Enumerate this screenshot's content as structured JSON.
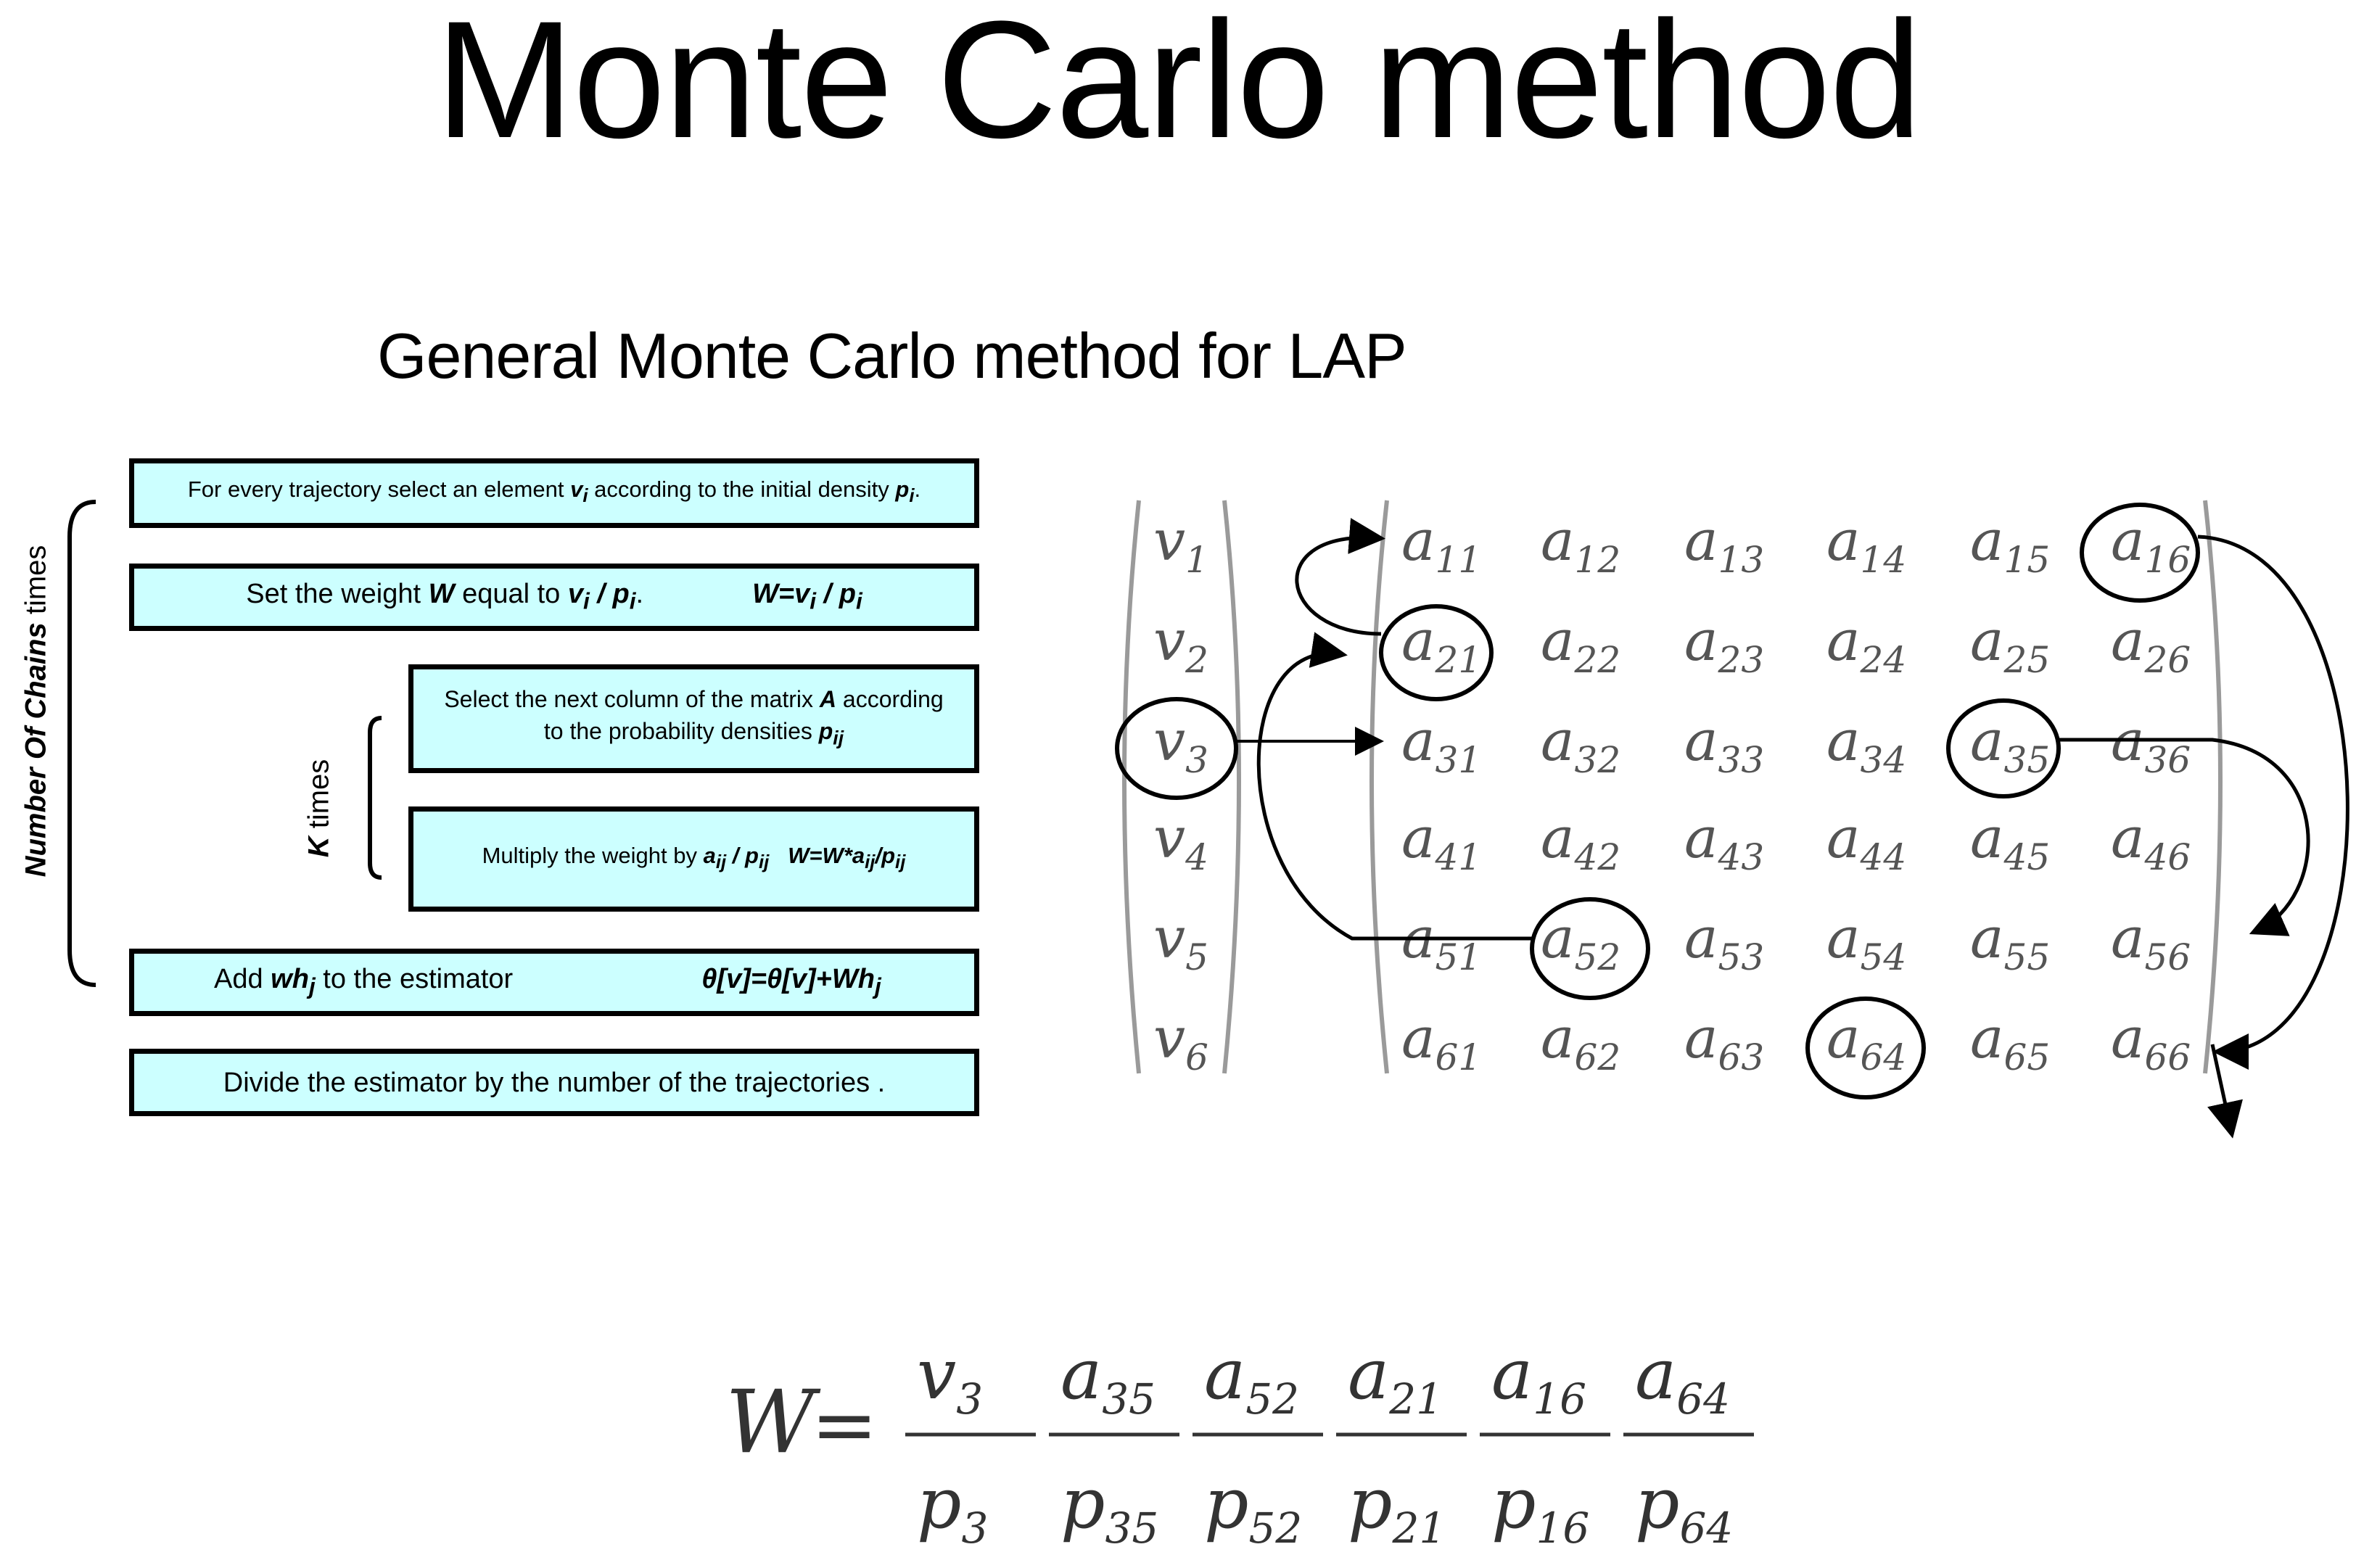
{
  "title": "Monte Carlo method",
  "subtitle": "General Monte Carlo method for LAP",
  "steps": {
    "step1": {
      "pre": "For every trajectory select an element ",
      "v": "v",
      "v_sub": "i",
      "mid": " according to the initial density ",
      "p": "p",
      "p_sub": "i",
      "end": "."
    },
    "step2": {
      "pre": "Set the weight ",
      "W": "W",
      "mid": " equal to ",
      "v": "v",
      "v_sub": "i",
      "slash": " / ",
      "p": "p",
      "p_sub": "i",
      "end": ".",
      "formula_W": "W=v",
      "formula_sub_i": "i",
      "formula_slash": " / p",
      "formula_sub_i2": "i"
    },
    "step3": {
      "line1_pre": "Select the next column of the matrix ",
      "A": "A",
      "line1_end": " according",
      "line2_pre": "to the probability densities ",
      "p": "p",
      "p_sub": "ij"
    },
    "step4": {
      "pre": "Multiply the weight by ",
      "a": "a",
      "a_sub": "ij",
      "slash": " / ",
      "p": "p",
      "p_sub": "ij",
      "formula": "W=W*a",
      "formula_sub": "ij",
      "formula_slash": "/p",
      "formula_sub2": "ij"
    },
    "step5": {
      "pre": "Add ",
      "wh": "wh",
      "wh_sub": "j",
      "mid": " to the estimator",
      "formula": "θ[v]=θ[v]+Wh",
      "formula_sub": "j"
    },
    "step6": {
      "text": "Divide the estimator by the number of the trajectories ."
    }
  },
  "loop_labels": {
    "outer_bold": "Number Of Chains",
    "outer_rest": " times",
    "inner_bold": "K",
    "inner_rest": " times"
  },
  "vector": {
    "symbol": "v",
    "subscripts": [
      "1",
      "2",
      "3",
      "4",
      "5",
      "6"
    ]
  },
  "matrix": {
    "symbol": "a",
    "rows": [
      [
        "11",
        "12",
        "13",
        "14",
        "15",
        "16"
      ],
      [
        "21",
        "22",
        "23",
        "24",
        "25",
        "26"
      ],
      [
        "31",
        "32",
        "33",
        "34",
        "35",
        "36"
      ],
      [
        "41",
        "42",
        "43",
        "44",
        "45",
        "46"
      ],
      [
        "51",
        "52",
        "53",
        "54",
        "55",
        "56"
      ],
      [
        "61",
        "62",
        "63",
        "64",
        "65",
        "66"
      ]
    ],
    "circled": [
      "16",
      "21",
      "35",
      "52",
      "64"
    ],
    "circled_vector": "3"
  },
  "formula": {
    "lhs": "W",
    "equals": "=",
    "fractions": [
      {
        "num": "v",
        "num_sub": "3",
        "den": "p",
        "den_sub": "3"
      },
      {
        "num": "a",
        "num_sub": "35",
        "den": "p",
        "den_sub": "35"
      },
      {
        "num": "a",
        "num_sub": "52",
        "den": "p",
        "den_sub": "52"
      },
      {
        "num": "a",
        "num_sub": "21",
        "den": "p",
        "den_sub": "21"
      },
      {
        "num": "a",
        "num_sub": "16",
        "den": "p",
        "den_sub": "16"
      },
      {
        "num": "a",
        "num_sub": "64",
        "den": "p",
        "den_sub": "64"
      }
    ]
  }
}
